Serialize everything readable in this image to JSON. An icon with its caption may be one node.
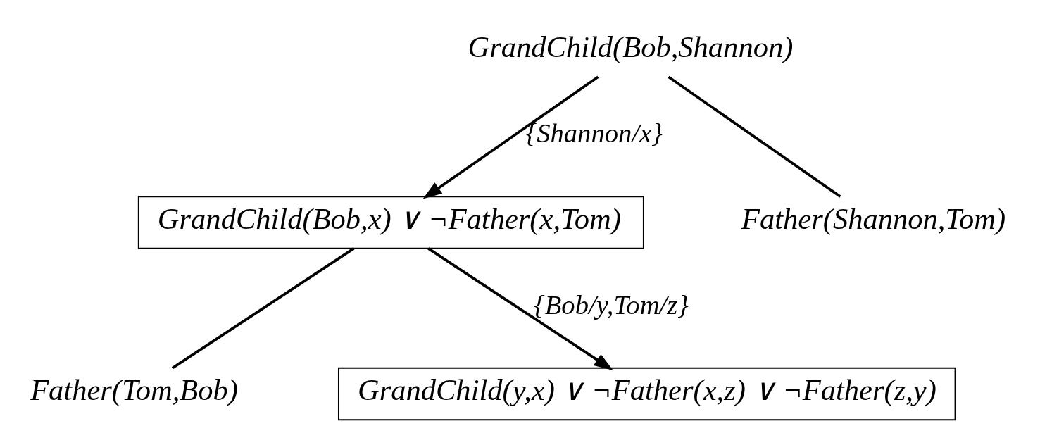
{
  "diagram": {
    "nodes": [
      {
        "text": [
          "Father(Tom,Bob)"
        ]
      },
      {
        "text": [
          "GrandChild(y,x) ∨ ¬Father(x,z) ∨ ¬Father(z,y)"
        ]
      },
      {
        "text": [
          "GrandChild(Bob,x) ∨ ¬Father(x,Tom)"
        ]
      },
      {
        "text": [
          "Father(Shannon,Tom)"
        ]
      },
      {
        "text": [
          "GrandChild(Bob,Shannon)"
        ]
      }
    ],
    "edges": [
      {
        "from": 0,
        "to": 2,
        "arrow": "none"
      },
      {
        "from": 2,
        "to": 1,
        "arrow": "to",
        "label": "{Bob/y,Tom/z}"
      },
      {
        "from": 3,
        "to": 4,
        "arrow": "none"
      },
      {
        "from": 4,
        "to": 2,
        "arrow": "to",
        "label": "{Shannon/x}"
      }
    ]
  }
}
